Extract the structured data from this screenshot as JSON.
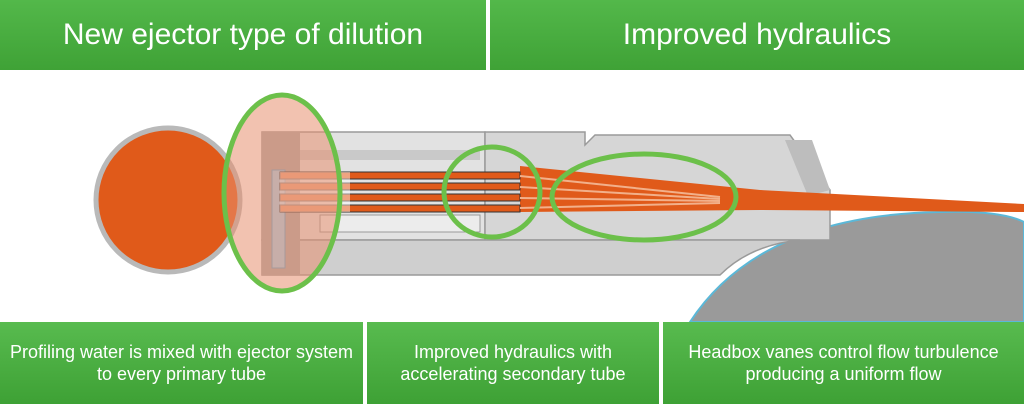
{
  "banners": {
    "left": "New ejector type of dilution",
    "right": "Improved hydraulics"
  },
  "captions": {
    "dilution": "Profiling water is mixed with ejector system to every primary tube",
    "secondary_tube": "Improved hydraulics with accelerating secondary tube",
    "vanes": "Headbox vanes control flow turbulence producing a uniform flow"
  },
  "colors": {
    "banner_green": "#45a83c",
    "highlight_ring": "#6cc04a",
    "stock_orange": "#e05a1a",
    "dilution_water": "#9fd3ef",
    "headbox_grey": "#d9d9d9",
    "roll_grey": "#9a9a9a"
  }
}
